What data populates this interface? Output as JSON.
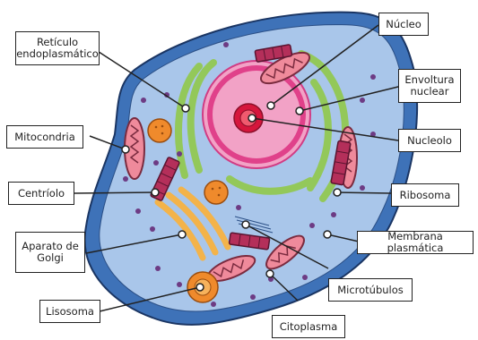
{
  "labels": {
    "nucleo": "Núcleo",
    "reticulo": "Retículo\nendoplasmático",
    "envoltura": "Envoltura\nnuclear",
    "mitocondria": "Mitocondria",
    "nucleolo": "Nucleolo",
    "centriolo": "Centríolo",
    "ribosoma": "Ribosoma",
    "aparato": "Aparato de\nGolgi",
    "membrana": "Membrana plasmática",
    "microtubulos": "Microtúbulos",
    "lisosoma": "Lisosoma",
    "citoplasma": "Citoplasma"
  },
  "colors": {
    "membrane": "#3e72b8",
    "cytoplasm": "#a9c6ea",
    "nucleus": "#f2a2c6",
    "nuclear_envelope": "#e0418a",
    "nucleolus": "#d6163c",
    "er": "#93c85a",
    "golgi": "#f3b34a",
    "mitochondria": "#ef8a9b",
    "centriole": "#b42f5a",
    "lysosome": "#ef8a2c",
    "ribosome": "#6d3b84"
  }
}
